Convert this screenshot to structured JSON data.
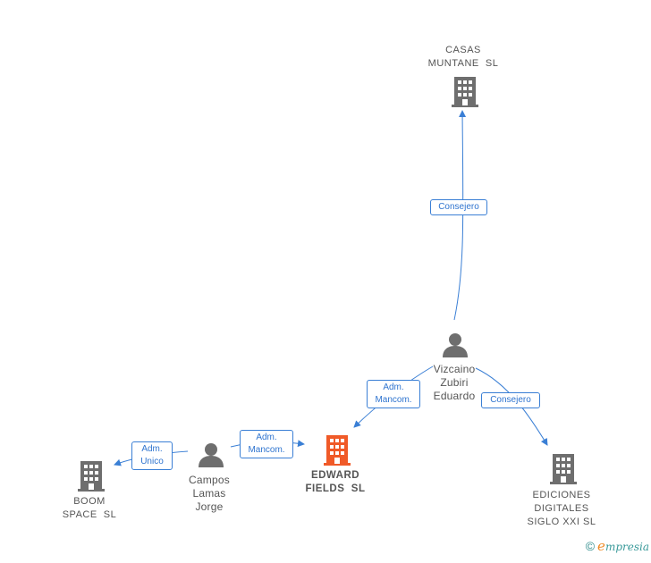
{
  "nodes": {
    "casas": {
      "lines": [
        "CASAS",
        "MUNTANE  SL"
      ],
      "icon": "building-icon",
      "color": "#6e6e6e"
    },
    "vizcaino": {
      "lines": [
        "Vizcaino",
        "Zubiri",
        "Eduardo"
      ],
      "icon": "person-icon",
      "color": "#6e6e6e"
    },
    "edward": {
      "lines": [
        "EDWARD",
        "FIELDS  SL"
      ],
      "icon": "building-icon",
      "color": "#f05a28"
    },
    "campos": {
      "lines": [
        "Campos",
        "Lamas",
        "Jorge"
      ],
      "icon": "person-icon",
      "color": "#6e6e6e"
    },
    "boom": {
      "lines": [
        "BOOM",
        "SPACE  SL"
      ],
      "icon": "building-icon",
      "color": "#6e6e6e"
    },
    "ediciones": {
      "lines": [
        "EDICIONES",
        "DIGITALES",
        "SIGLO XXI SL"
      ],
      "icon": "building-icon",
      "color": "#6e6e6e"
    }
  },
  "edges": {
    "vizcaino_casas": {
      "lines": [
        "Consejero"
      ]
    },
    "vizcaino_edward": {
      "lines": [
        "Adm.",
        "Mancom."
      ]
    },
    "vizcaino_ediciones": {
      "lines": [
        "Consejero"
      ]
    },
    "campos_edward": {
      "lines": [
        "Adm.",
        "Mancom."
      ]
    },
    "campos_boom": {
      "lines": [
        "Adm.",
        "Unico"
      ]
    }
  },
  "footer": {
    "copyright_symbol": "©",
    "brand_initial": "e",
    "brand_rest": "mpresia"
  },
  "colors": {
    "edge": "#3a7fd5",
    "main_company": "#f05a28",
    "node": "#6e6e6e"
  }
}
